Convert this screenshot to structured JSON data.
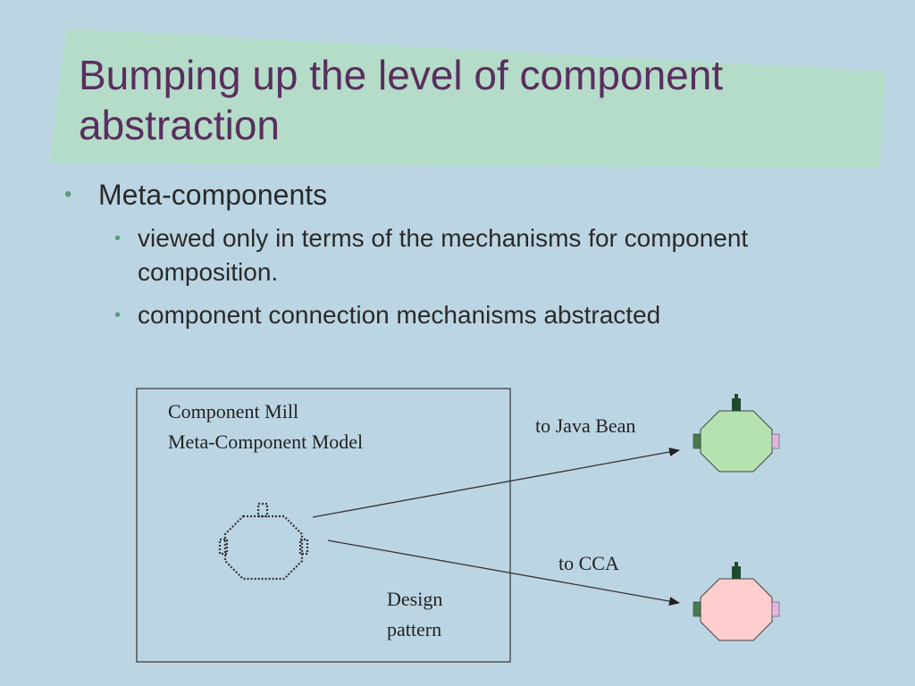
{
  "slide": {
    "title": "Bumping up the level of component abstraction"
  },
  "bullets": {
    "main": "Meta-components",
    "sub": [
      "viewed only in terms of the mechanisms for component composition.",
      "component connection mechanisms abstracted"
    ]
  },
  "diagram": {
    "mill_title_line1": "Component Mill",
    "mill_title_line2": "Meta-Component Model",
    "design_label_line1": "Design",
    "design_label_line2": "pattern",
    "java_label": "to Java Bean",
    "cca_label": "to CCA"
  },
  "colors": {
    "background": "#bcd5e3",
    "title_band": "#b4dcc8",
    "title_text": "#5a2e5e",
    "bullet_dot": "#5d9a7c",
    "java_component_fill": "#b5e2b0",
    "cca_component_fill": "#ffcdcd",
    "port_top": "#1e4a30",
    "port_left": "#4a7a4e",
    "port_right": "#e2b5de"
  },
  "icons": {
    "meta_component": "dotted-octagon-component-icon",
    "java_component": "green-octagon-component-icon",
    "cca_component": "pink-octagon-component-icon"
  }
}
